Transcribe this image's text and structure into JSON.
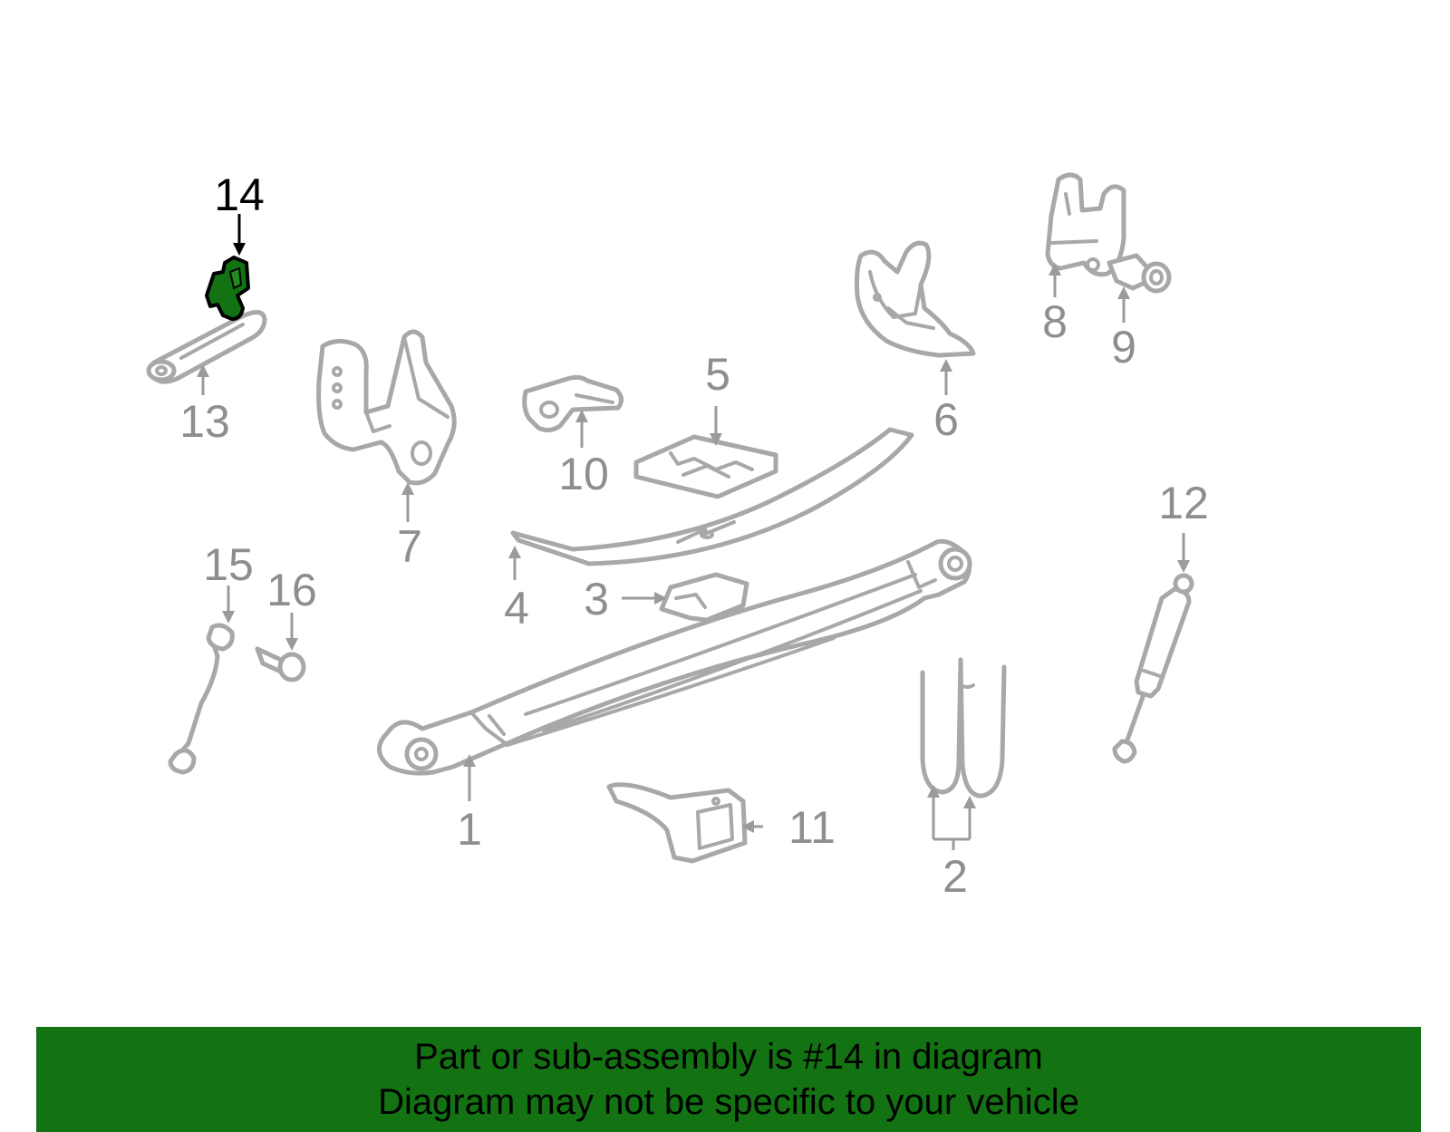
{
  "diagram": {
    "callouts": [
      "1",
      "2",
      "3",
      "4",
      "5",
      "6",
      "7",
      "8",
      "9",
      "10",
      "11",
      "12",
      "13",
      "14",
      "15",
      "16"
    ],
    "highlighted_callout": "14",
    "highlight_color": "#137313"
  },
  "banner": {
    "line1": "Part or sub-assembly is #14 in diagram",
    "line2": "Diagram may not be specific to your vehicle",
    "background": "#137313"
  }
}
